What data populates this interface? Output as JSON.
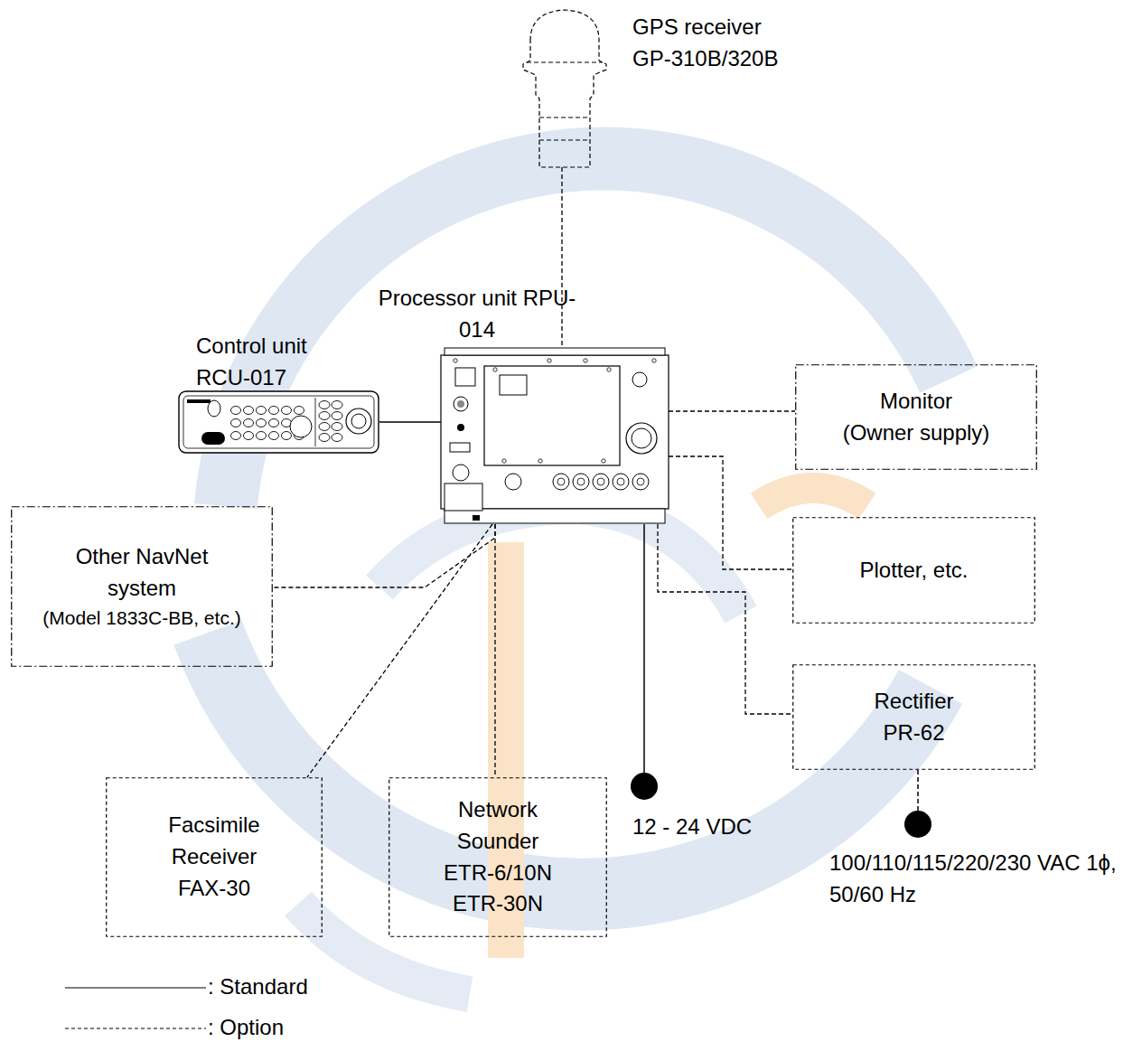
{
  "diagram": {
    "nodes": [
      {
        "text": [
          "GPS receiver GP-310B/320B"
        ]
      },
      {
        "text": [
          "Processor unit RPU-014"
        ]
      },
      {
        "text": [
          "Control unit RCU-017"
        ]
      },
      {
        "text": [
          "Monitor",
          "(Owner supply)"
        ]
      },
      {
        "text": [
          "Other NavNet system",
          "(Model 1833C-BB, etc.)"
        ]
      },
      {
        "text": [
          "Plotter, etc."
        ]
      },
      {
        "text": [
          "Rectifier PR-62"
        ]
      },
      {
        "text": [
          "Facsimile Receiver FAX-30"
        ]
      },
      {
        "text": [
          "Network Sounder ETR-6/10N ETR-30N"
        ]
      }
    ],
    "edges": [
      {
        "from": 0,
        "to": 1,
        "arrow": "none"
      },
      {
        "from": 2,
        "to": 1,
        "arrow": "none"
      },
      {
        "from": 1,
        "to": 3,
        "arrow": "none"
      },
      {
        "from": 1,
        "to": 5,
        "arrow": "none"
      },
      {
        "from": 1,
        "to": 6,
        "arrow": "none"
      },
      {
        "from": 1,
        "to": 4,
        "arrow": "none"
      },
      {
        "from": 1,
        "to": 7,
        "arrow": "none"
      },
      {
        "from": 1,
        "to": 8,
        "arrow": "none"
      }
    ],
    "labels": [
      "12 - 24 VDC",
      "100/110/115/220/230 VAC 1ϕ, 50/60 Hz"
    ],
    "legend": [
      {
        "text": ": Standard"
      },
      {
        "text": ": Option"
      }
    ]
  }
}
